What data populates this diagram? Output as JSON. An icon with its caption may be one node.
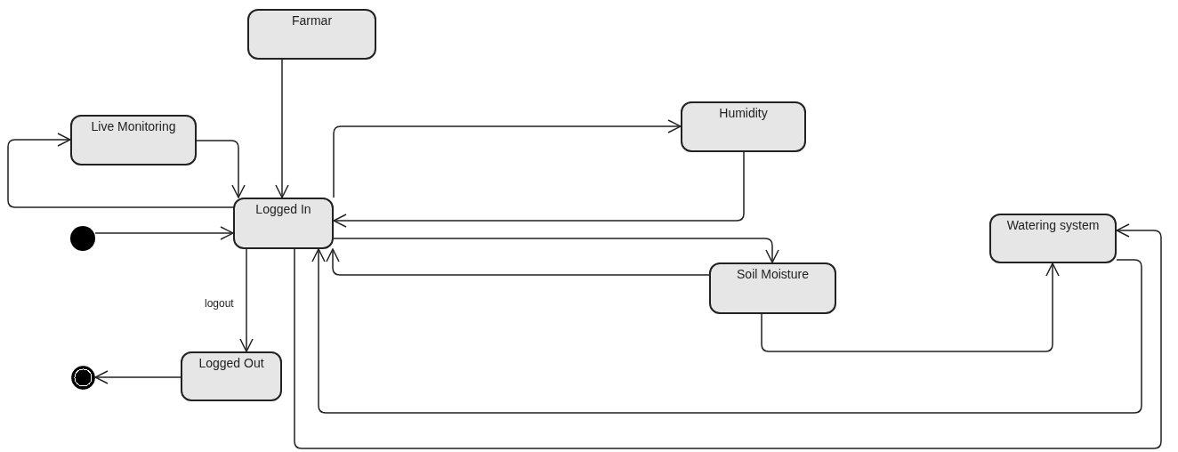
{
  "diagram": {
    "nodes": [
      {
        "text": [
          "Farmar"
        ]
      },
      {
        "text": [
          "Live Monitoring"
        ]
      },
      {
        "text": [
          "Humidity"
        ]
      },
      {
        "text": [
          "Logged In"
        ]
      },
      {
        "text": [
          "Watering system"
        ]
      },
      {
        "text": [
          "Soil Moisture"
        ]
      },
      {
        "text": [
          "Logged Out"
        ]
      },
      {
        "text": [],
        "shape": "circle"
      },
      {
        "text": [],
        "shape": "circle"
      }
    ],
    "edges": [
      {
        "from": 0,
        "to": 3,
        "arrow": "to"
      },
      {
        "from": 3,
        "to": 1,
        "arrow": "to"
      },
      {
        "from": 1,
        "to": 3,
        "arrow": "to"
      },
      {
        "from": 7,
        "to": 3,
        "arrow": "to"
      },
      {
        "from": 3,
        "to": 2,
        "arrow": "to"
      },
      {
        "from": 2,
        "to": 3,
        "arrow": "to"
      },
      {
        "from": 3,
        "to": 5,
        "arrow": "to"
      },
      {
        "from": 5,
        "to": 3,
        "arrow": "to"
      },
      {
        "from": 5,
        "to": 4,
        "arrow": "to"
      },
      {
        "from": 4,
        "to": 3,
        "arrow": "to"
      },
      {
        "from": 3,
        "to": 4,
        "arrow": "to"
      },
      {
        "from": 3,
        "to": 6,
        "arrow": "to",
        "label": "logout"
      },
      {
        "from": 6,
        "to": 8,
        "arrow": "to"
      }
    ]
  }
}
